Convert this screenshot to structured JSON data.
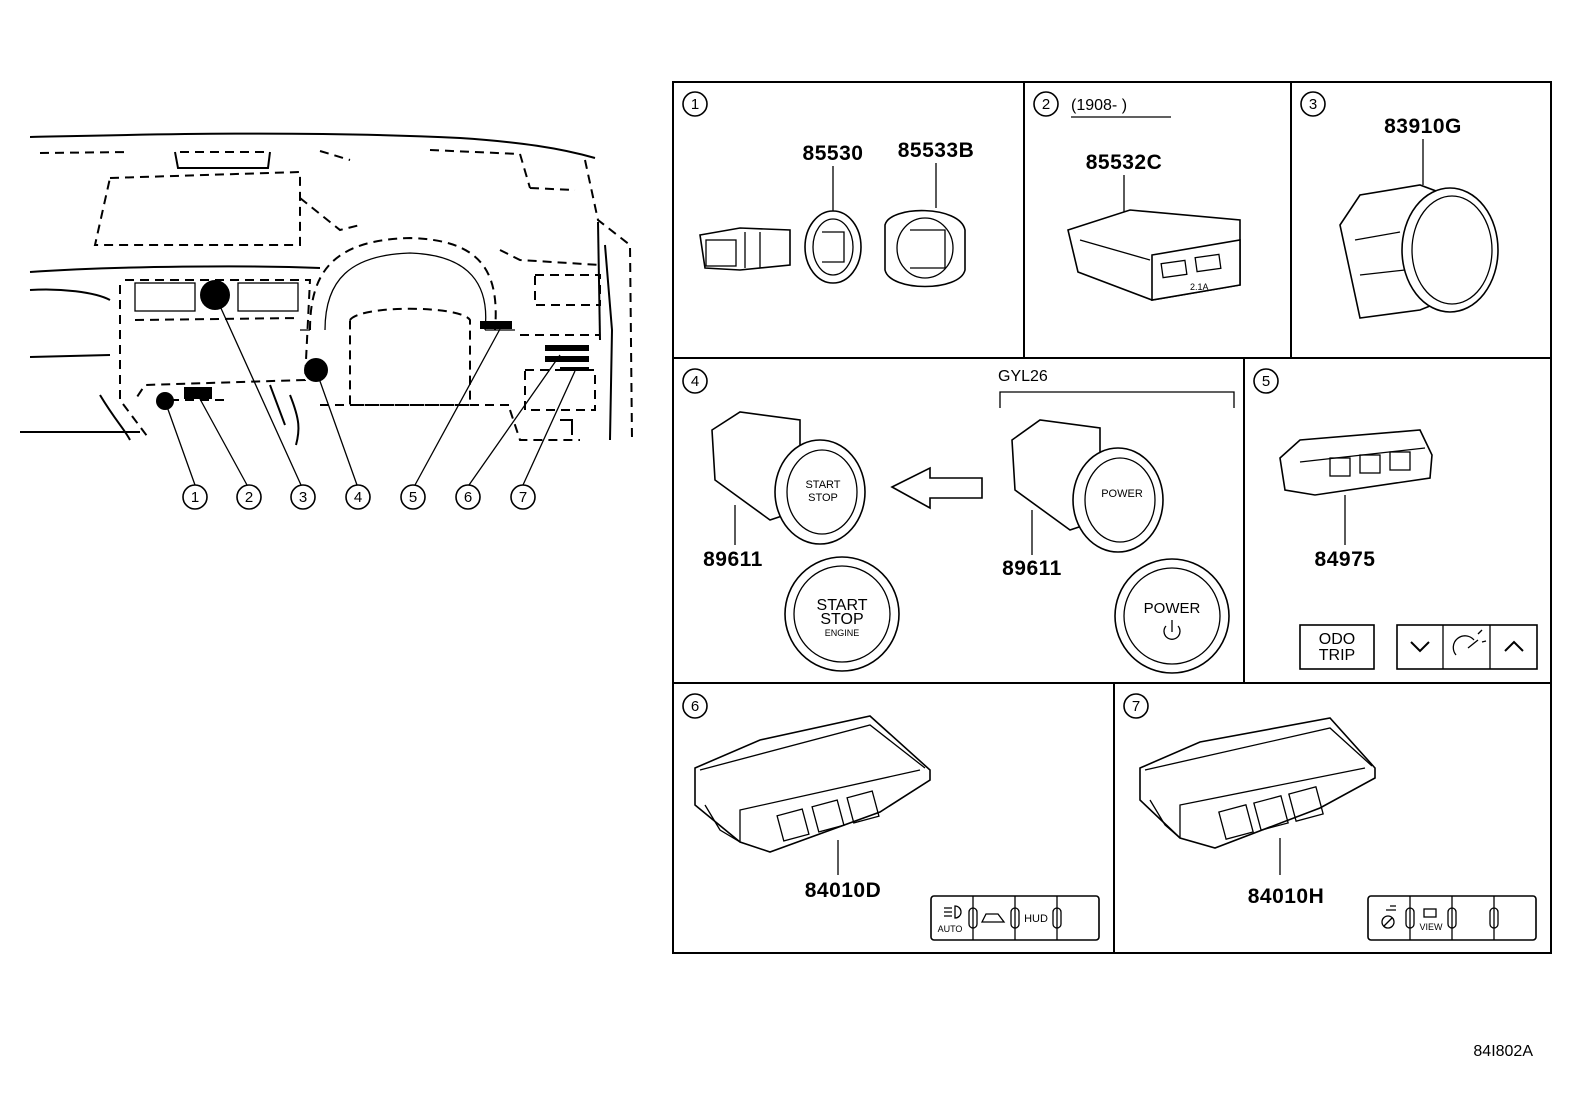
{
  "dashboard": {
    "callouts": [
      "1",
      "2",
      "3",
      "4",
      "5",
      "6",
      "7"
    ]
  },
  "panels": {
    "p1": {
      "num": "1",
      "parts": [
        "85530",
        "85533B"
      ]
    },
    "p2": {
      "num": "2",
      "date": "(1908-      )",
      "parts": [
        "85532C"
      ],
      "usb_label": "2.1A"
    },
    "p3": {
      "num": "3",
      "parts": [
        "83910G"
      ]
    },
    "p4": {
      "num": "4",
      "variant": "GYL26",
      "parts": [
        "89611",
        "89611"
      ],
      "start_button": {
        "line1": "START",
        "line2": "STOP",
        "line3": "ENGINE"
      },
      "power_button": {
        "line1": "POWER",
        "icon": "power-icon"
      }
    },
    "p5": {
      "num": "5",
      "parts": [
        "84975"
      ],
      "odo_button": {
        "line1": "ODO",
        "line2": "TRIP"
      },
      "icons": [
        "chevron-down-icon",
        "dimmer-icon",
        "chevron-up-icon"
      ]
    },
    "p6": {
      "num": "6",
      "parts": [
        "84010D"
      ],
      "strip": {
        "label1": "AUTO",
        "label3": "HUD"
      }
    },
    "p7": {
      "num": "7",
      "parts": [
        "84010H"
      ],
      "strip": {
        "label2": "VIEW"
      }
    }
  },
  "figure_code": "84I802A"
}
